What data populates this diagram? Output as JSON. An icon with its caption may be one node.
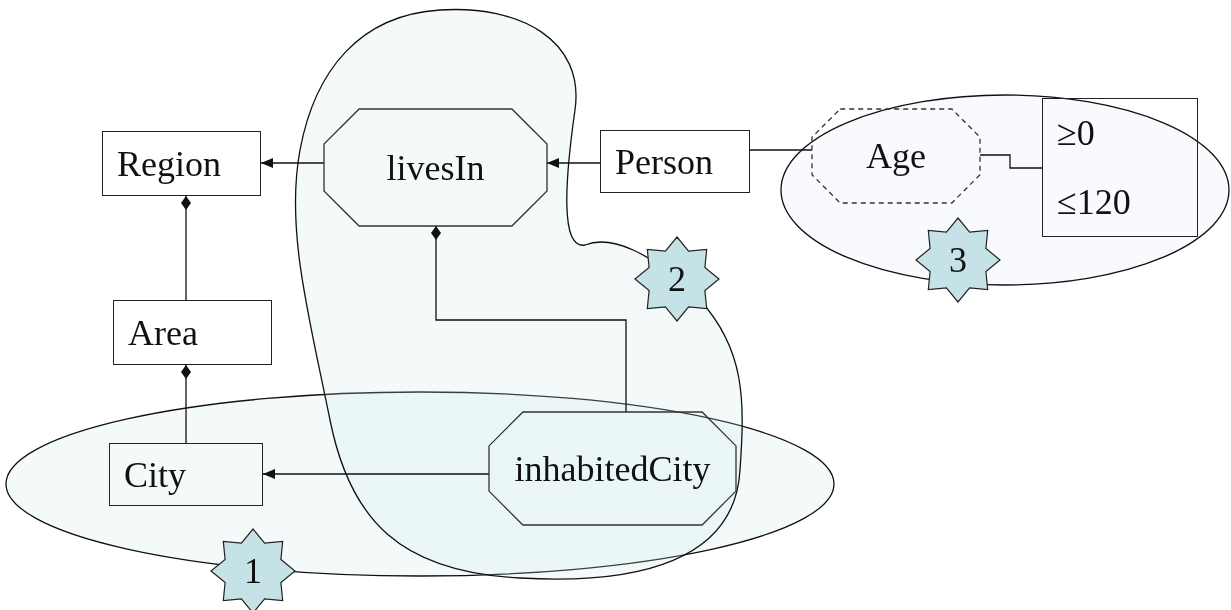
{
  "diagram": {
    "nodes": [
      {
        "text": [
          "Region"
        ]
      },
      {
        "text": [
          "livesIn"
        ]
      },
      {
        "text": [
          "Person"
        ]
      },
      {
        "text": [
          "Age"
        ]
      },
      {
        "text": [
          "≥0",
          "≤120"
        ]
      },
      {
        "text": [
          "3"
        ]
      },
      {
        "text": [
          "2"
        ]
      },
      {
        "text": [
          "Area"
        ]
      },
      {
        "text": [
          "City"
        ]
      },
      {
        "text": [
          "inhabitedCity"
        ]
      },
      {
        "text": [
          "1"
        ]
      }
    ],
    "edges": [
      {
        "from": 1,
        "to": 0,
        "arrow": "to"
      },
      {
        "from": 2,
        "to": 1,
        "arrow": "to"
      },
      {
        "from": 2,
        "to": 3,
        "arrow": "none"
      },
      {
        "from": 3,
        "to": 4,
        "arrow": "none"
      },
      {
        "from": 7,
        "to": 0,
        "arrow": "other"
      },
      {
        "from": 8,
        "to": 7,
        "arrow": "other"
      },
      {
        "from": 9,
        "to": 1,
        "arrow": "other"
      },
      {
        "from": 9,
        "to": 8,
        "arrow": "to"
      }
    ]
  }
}
